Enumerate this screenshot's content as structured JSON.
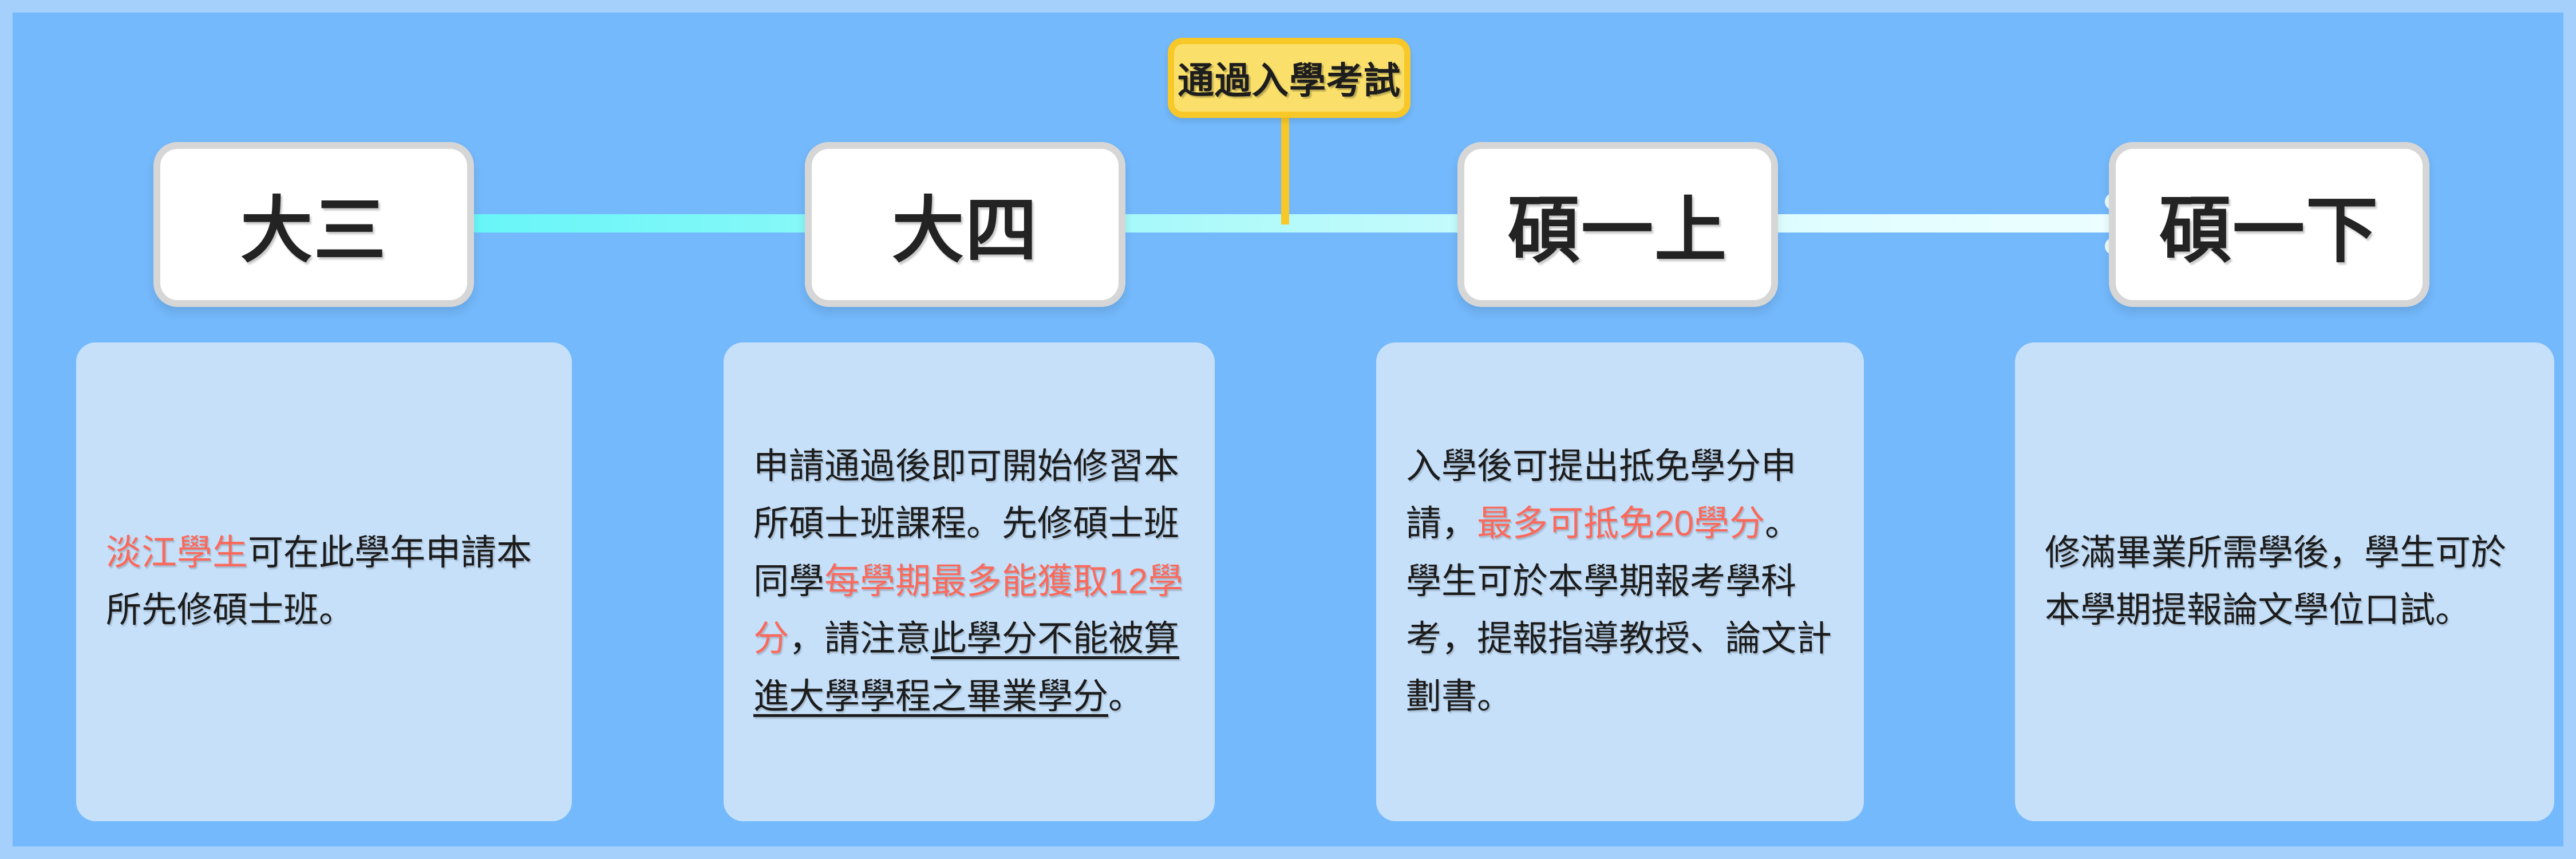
{
  "theme": {
    "outer_bg": "#a5d0fb",
    "panel_bg": "#74b9fc",
    "node_bg": "#ffffff",
    "node_border": "#d6d6d6",
    "card_bg": "#c6e0fa",
    "badge_bg": "#fae06a",
    "badge_border": "#f8c728",
    "line_start": "#5bf5f7",
    "line_end": "#edfeff",
    "highlight_text": "#fa6a5c",
    "body_text": "#1c1c1c"
  },
  "badge": {
    "label": "通過入學考試",
    "icon": "callout-pin-icon"
  },
  "timeline": {
    "arrow_icon": "right-arrow-icon",
    "nodes": [
      {
        "label": "大三"
      },
      {
        "label": "大四"
      },
      {
        "label": "碩一上"
      },
      {
        "label": "碩一下"
      }
    ]
  },
  "descriptions": [
    {
      "full_text": "淡江學生可在此學年申請本所先修碩士班。",
      "segments": [
        {
          "text": "淡江學生",
          "style": "highlight"
        },
        {
          "text": "可在此學年申請本所先修碩士班。",
          "style": "normal"
        }
      ]
    },
    {
      "full_text": "申請通過後即可開始修習本所碩士班課程。先修碩士班同學每學期最多能獲取12學分，請注意此學分不能被算進大學學程之畢業學分。",
      "segments": [
        {
          "text": "申請通過後即可開始修習本所碩士班課程。先修碩士班同學",
          "style": "normal"
        },
        {
          "text": "每學期最多能獲取12學分",
          "style": "highlight"
        },
        {
          "text": "，請注意",
          "style": "normal"
        },
        {
          "text": "此學分不能被算進大學學程之畢業學分",
          "style": "underline"
        },
        {
          "text": "。",
          "style": "normal"
        }
      ]
    },
    {
      "full_text": "入學後可提出抵免學分申請，最多可抵免20學分。學生可於本學期報考學科考，提報指導教授、論文計劃書。",
      "segments": [
        {
          "text": "入學後可提出抵免學分申請，",
          "style": "normal"
        },
        {
          "text": "最多可抵免20學分",
          "style": "highlight"
        },
        {
          "text": "。學生可於本學期報考學科考，提報指導教授、論文計劃書。",
          "style": "normal"
        }
      ]
    },
    {
      "full_text": "修滿畢業所需學後，學生可於本學期提報論文學位口試。",
      "segments": [
        {
          "text": "修滿畢業所需學後，學生可於本學期提報論文學位口試。",
          "style": "normal"
        }
      ]
    }
  ]
}
